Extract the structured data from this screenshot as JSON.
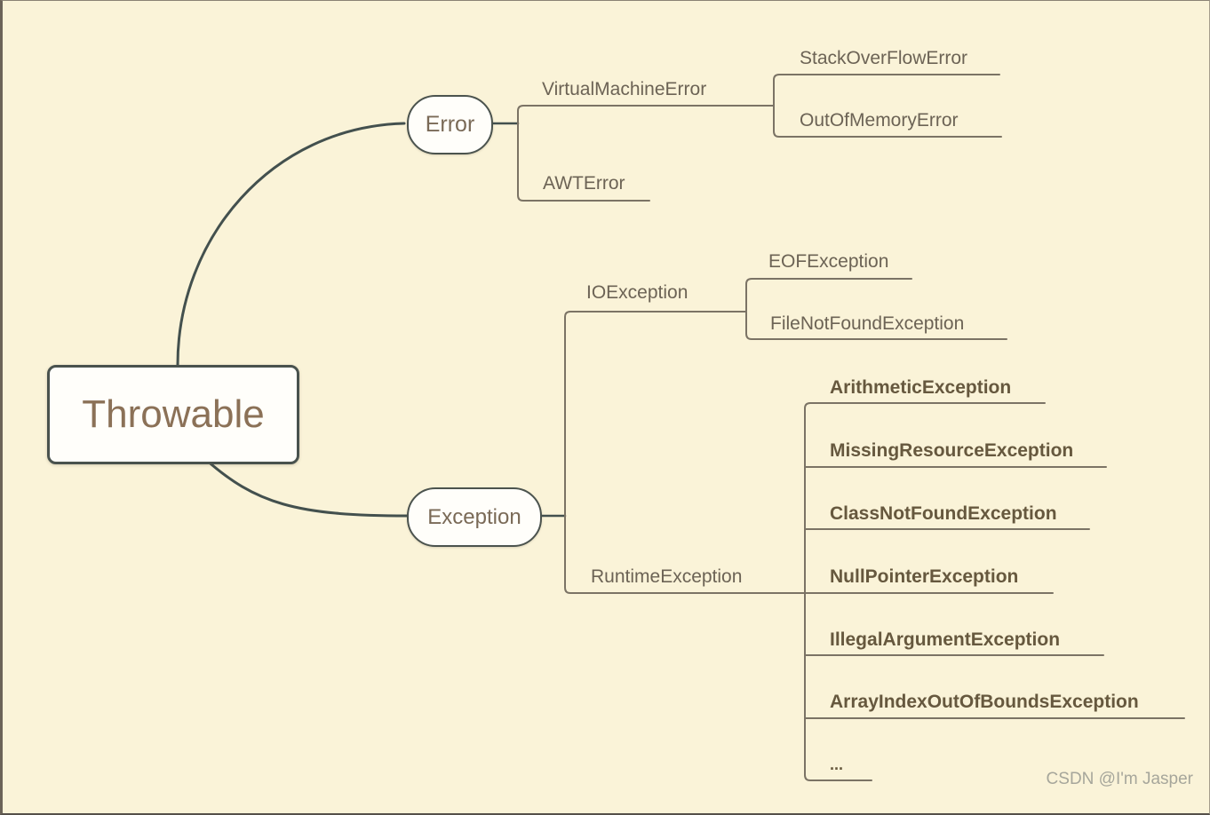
{
  "app": {
    "watermark": "CSDN @I'm Jasper"
  },
  "colors": {
    "background": "#faf3d8",
    "main_edge": "#43504e",
    "branch_edge": "#7b7365",
    "node_fill": "#fffefa",
    "node_border": "#4b534e",
    "root_text": "#8b7157",
    "branch_text": "#6c6355",
    "bold_text": "#66583e",
    "watermark_text": "#a6a69b"
  },
  "tree": {
    "root": {
      "label": "Throwable"
    },
    "branches": [
      {
        "label": "Error",
        "children": [
          {
            "label": "VirtualMachineError",
            "children": [
              {
                "label": "StackOverFlowError"
              },
              {
                "label": "OutOfMemoryError"
              }
            ]
          },
          {
            "label": "AWTError"
          }
        ]
      },
      {
        "label": "Exception",
        "children": [
          {
            "label": "IOException",
            "children": [
              {
                "label": "EOFException"
              },
              {
                "label": "FileNotFoundException"
              }
            ]
          },
          {
            "label": "RuntimeException",
            "children": [
              {
                "label": "ArithmeticException"
              },
              {
                "label": "MissingResourceException"
              },
              {
                "label": "ClassNotFoundException"
              },
              {
                "label": "NullPointerException"
              },
              {
                "label": "IllegalArgumentException"
              },
              {
                "label": "ArrayIndexOutOfBoundsException"
              },
              {
                "label": "..."
              }
            ]
          }
        ]
      }
    ]
  }
}
